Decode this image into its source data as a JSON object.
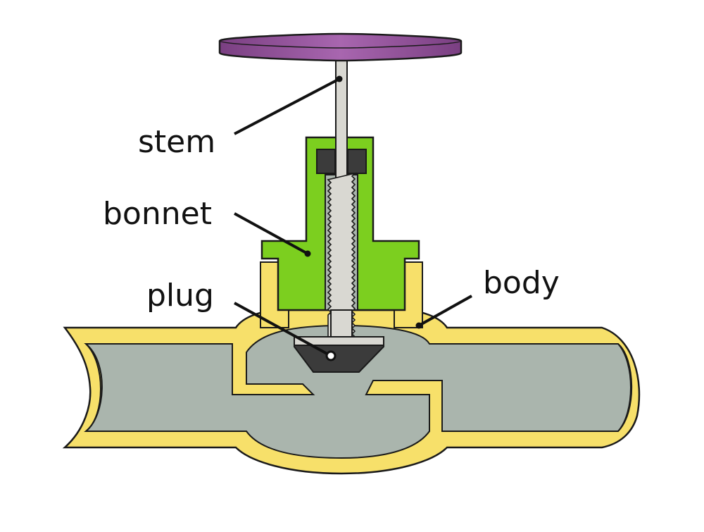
{
  "labels": {
    "stem": "stem",
    "bonnet": "bonnet",
    "plug": "plug",
    "body": "body"
  },
  "colors": {
    "handwheel": "#8a4a92",
    "handwheel_light": "#a866af",
    "bonnet": "#7ccf1f",
    "body": "#f7e06a",
    "interior": "#aab5ad",
    "stem": "#d9d8d2",
    "plug": "#3b3b3b",
    "packing": "#3b3b3b",
    "outline": "#1a1a1a"
  }
}
